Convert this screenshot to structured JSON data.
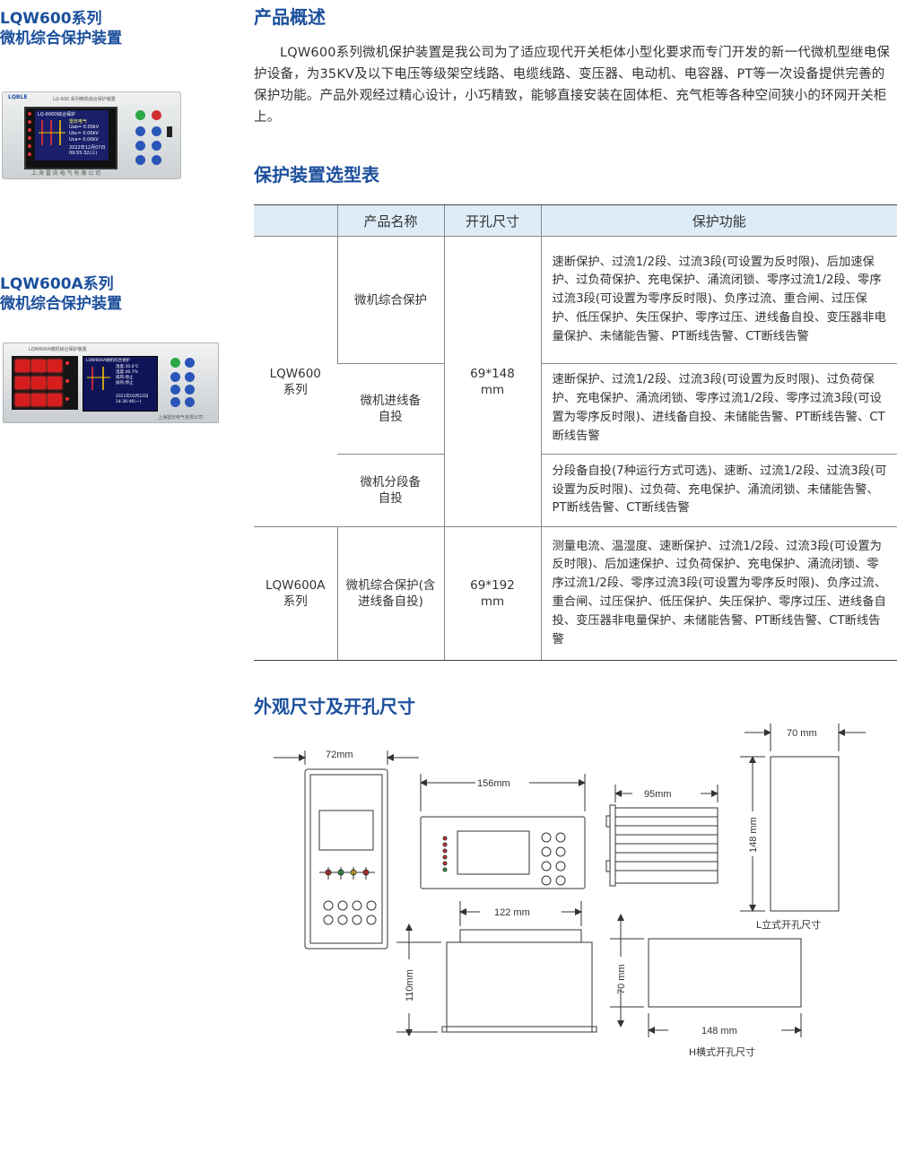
{
  "left_column": {
    "series1_title_line1": "LQW600系列",
    "series1_title_line2": "微机综合保护装置",
    "series2_title_line1": "LQW600A系列",
    "series2_title_line2": "微机综合保护装置",
    "device1": {
      "logo": "LQBLE",
      "panel_header": "LQ-600 系列微机综合保护装置",
      "lcd_title": "LQ-600D综合保护",
      "lcd_brand": "雷庆电气",
      "lcd_line1": "Uab= 0.00kV",
      "lcd_line2": "Ubc= 0.00kV",
      "lcd_line3": "Uca= 0.00kV",
      "lcd_date": "2022年12月07日",
      "lcd_time": "09:55:32(三)",
      "footer": "上 海 雷 庆 电 气 有 限 公 司"
    },
    "device2": {
      "panel_header": "LQW600A微机综合保护装置",
      "lcd_title": "LQW600A微机综合保护",
      "lcd_line1": "温度:30.0℃",
      "lcd_line2": "湿度:46.7%",
      "lcd_line3": "排风:停止",
      "lcd_line4": "加热:停止",
      "lcd_date": "2021年02月22日",
      "lcd_time": "14:36:46(一)",
      "footer": "上海雷庆电气有限公司"
    }
  },
  "overview": {
    "title": "产品概述",
    "paragraph": "LQW600系列微机保护装置是我公司为了适应现代开关柜体小型化要求而专门开发的新一代微机型继电保护设备，为35KV及以下电压等级架空线路、电缆线路、变压器、电动机、电容器、PT等一次设备提供完善的保护功能。产品外观经过精心设计，小巧精致，能够直接安装在固体柜、充气柜等各种空间狭小的环网开关柜上。"
  },
  "selection": {
    "title": "保护装置选型表",
    "headers": [
      "产品名称",
      "开孔尺寸",
      "保护功能"
    ],
    "lqw600_series": "LQW600系列",
    "lqw600_cutout": "69*148 mm",
    "rows": [
      {
        "name": "微机综合保护",
        "func": "速断保护、过流1/2段、过流3段(可设置为反时限)、后加速保护、过负荷保护、充电保护、涌流闭锁、零序过流1/2段、零序过流3段(可设置为零序反时限)、负序过流、重合闸、过压保护、低压保护、失压保护、零序过压、进线备自投、变压器非电量保护、未储能告警、PT断线告警、CT断线告警"
      },
      {
        "name": "微机进线备自投",
        "func": "速断保护、过流1/2段、过流3段(可设置为反时限)、过负荷保护、充电保护、涌流闭锁、零序过流1/2段、零序过流3段(可设置为零序反时限)、进线备自投、未储能告警、PT断线告警、CT断线告警"
      },
      {
        "name": "微机分段备自投",
        "func": "分段备自投(7种运行方式可选)、速断、过流1/2段、过流3段(可设置为反时限)、过负荷、充电保护、涌流闭锁、未储能告警、PT断线告警、CT断线告警"
      }
    ],
    "lqw600a_series": "LQW600A系列",
    "lqw600a_name": "微机综合保护(含进线备自投)",
    "lqw600a_cutout": "69*192 mm",
    "lqw600a_func": "测量电流、温湿度、速断保护、过流1/2段、过流3段(可设置为反时限)、后加速保护、过负荷保护、充电保护、涌流闭锁、零序过流1/2段、零序过流3段(可设置为零序反时限)、负序过流、重合闸、过压保护、低压保护、失压保护、零序过压、进线备自投、变压器非电量保护、未储能告警、PT断线告警、CT断线告警"
  },
  "dimensions": {
    "title": "外观尺寸及开孔尺寸",
    "d72": "72mm",
    "d156": "156mm",
    "d95": "95mm",
    "d70": "70 mm",
    "d148v": "148 mm",
    "d122": "122 mm",
    "d110": "110mm",
    "d70v": "70 mm",
    "d148h": "148 mm",
    "label_l": "L立式开孔尺寸",
    "label_h": "H横式开孔尺寸"
  }
}
